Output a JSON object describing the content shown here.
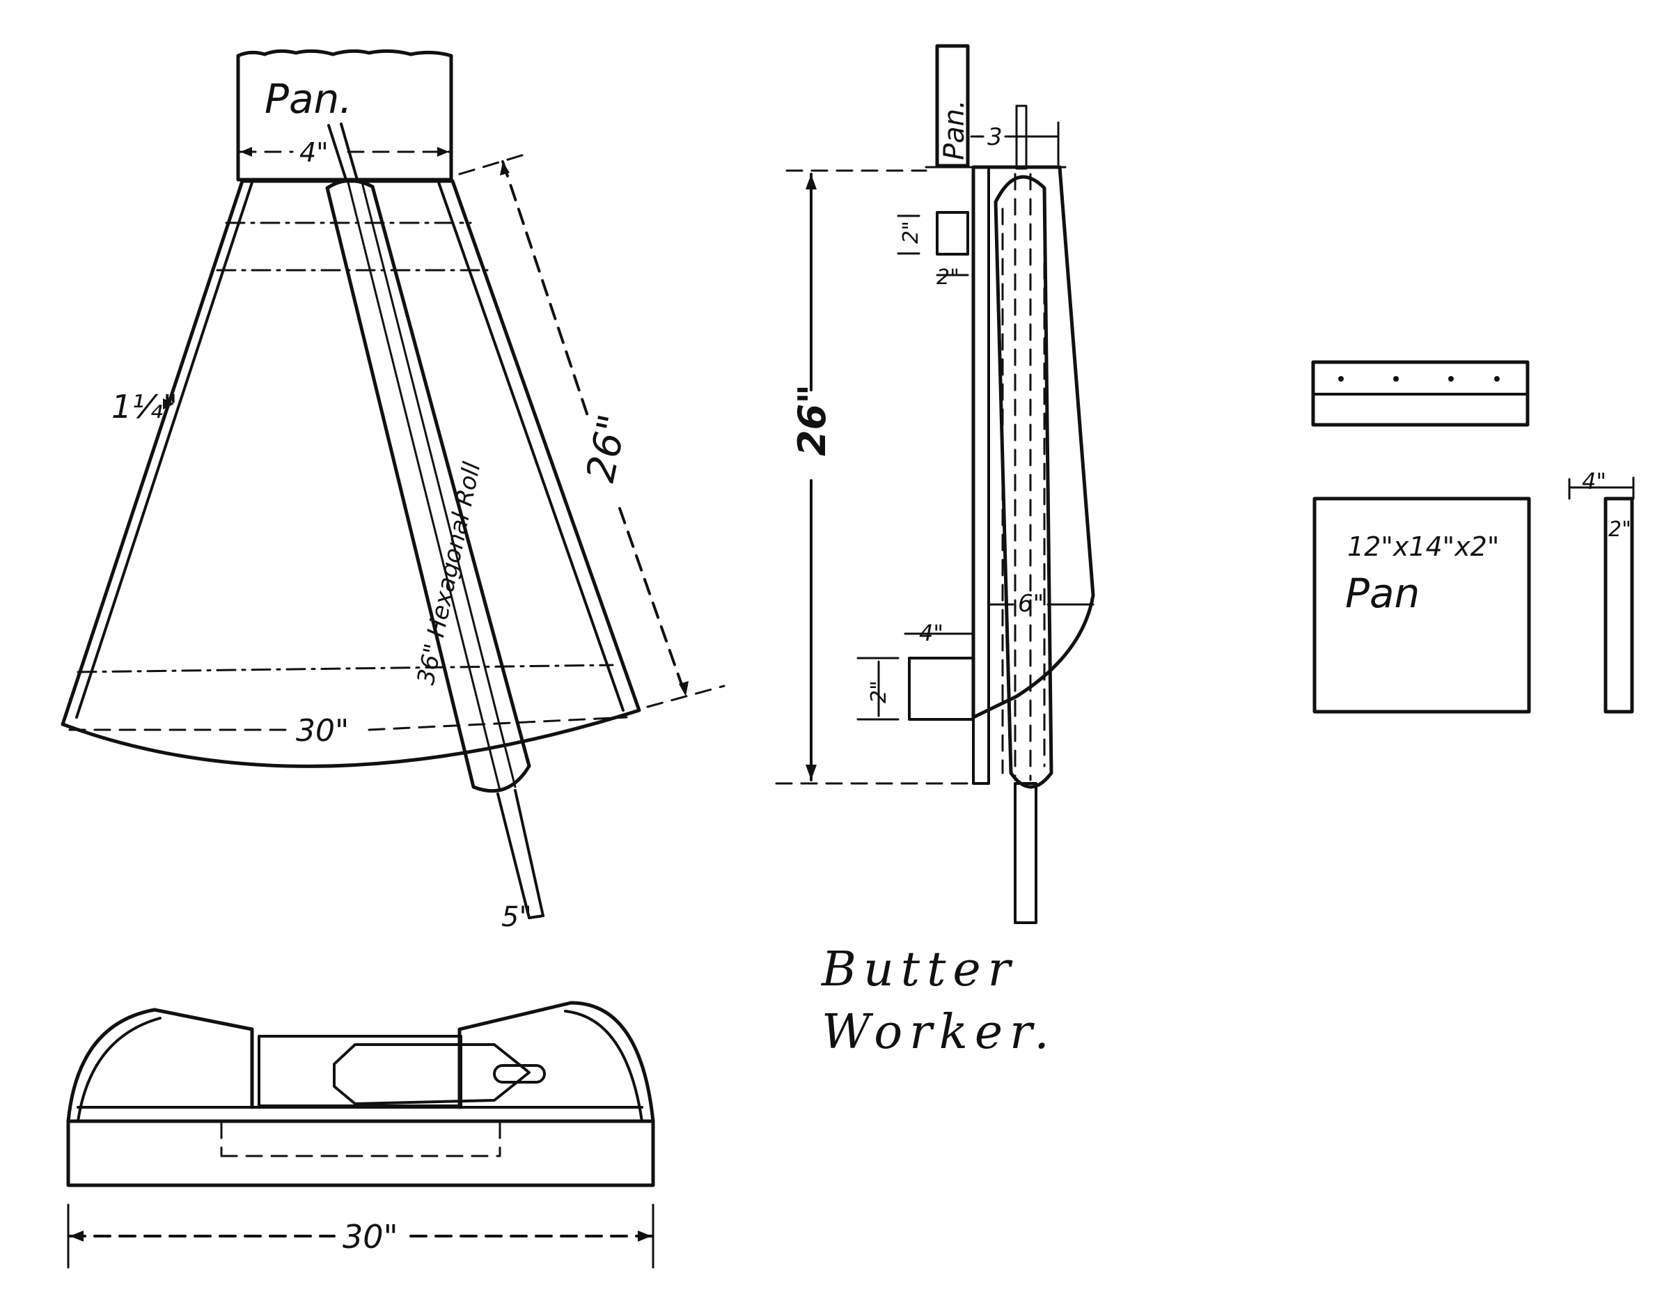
{
  "title": {
    "line1": "Butter",
    "line2": "Worker."
  },
  "plan_view": {
    "pan_label": "Pan.",
    "pan_width": "4\"",
    "board_edge": "1¼\"",
    "length": "26\"",
    "base_width": "30\"",
    "roll_label": "36\" Hexagonal Roll",
    "roll_end": "5\""
  },
  "side_view": {
    "pan_label": "Pan.",
    "top_offset": "3",
    "block_height": "2\"",
    "block_width": "2\"",
    "overall_height": "26\"",
    "body_width": "6\"",
    "lower_block_width": "4\"",
    "lower_block_height": "2\""
  },
  "end_view": {
    "width": "30\""
  },
  "pan_detail": {
    "size": "12\"x14\"x2\"",
    "label": "Pan",
    "side_width": "4\"",
    "side_height": "2\""
  },
  "colors": {
    "ink": "#111111",
    "paper": "#ffffff"
  }
}
